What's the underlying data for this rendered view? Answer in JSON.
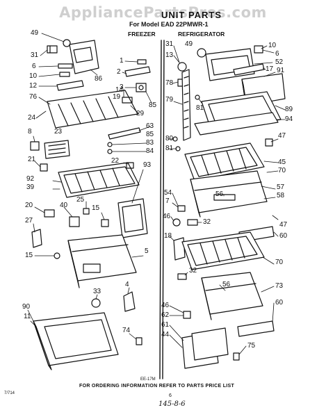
{
  "watermark": "AppliancePartsPros.com",
  "title": "UNIT PARTS",
  "model_line": "For Model EAD 22PMWR-1",
  "headers": {
    "freezer": "FREEZER",
    "refrigerator": "REFRIGERATOR"
  },
  "footer_note": "FOR ORDERING INFORMATION REFER TO PARTS PRICE LIST",
  "page_number": "6",
  "ref_code": "EE-17M",
  "doc_code": "7/714",
  "handwritten": "145-8-6",
  "callouts": [
    "49",
    "31",
    "6",
    "10",
    "12",
    "76",
    "24",
    "86",
    "1",
    "2",
    "3",
    "14",
    "19",
    "85",
    "29",
    "8",
    "23",
    "63",
    "85",
    "83",
    "84",
    "21",
    "92",
    "39",
    "22",
    "93",
    "20",
    "40",
    "25",
    "15",
    "27",
    "15",
    "5",
    "4",
    "33",
    "90",
    "11",
    "74",
    "31",
    "13",
    "49",
    "10",
    "6",
    "52",
    "17",
    "91",
    "78",
    "79",
    "81",
    "89",
    "94",
    "80",
    "81",
    "47",
    "45",
    "70",
    "54",
    "7",
    "56",
    "57",
    "58",
    "46",
    "32",
    "47",
    "60",
    "18",
    "70",
    "32",
    "56",
    "73",
    "46",
    "62",
    "61",
    "44",
    "60",
    "75"
  ],
  "colors": {
    "ink": "#111111",
    "watermark": "#cfcfcf",
    "background": "#ffffff"
  }
}
